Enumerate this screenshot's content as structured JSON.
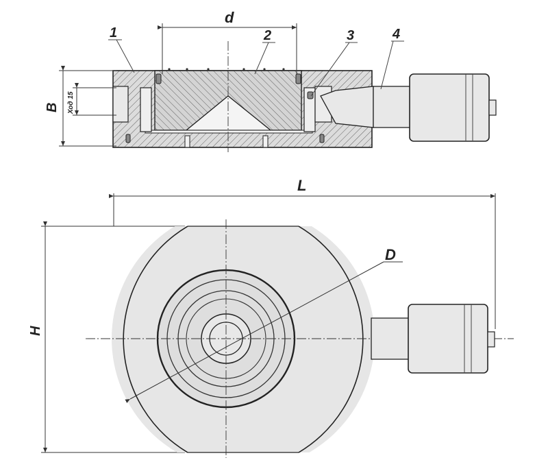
{
  "labels": {
    "d": "d",
    "B": "B",
    "stroke": "Ход 15",
    "L": "L",
    "H": "H",
    "D": "D",
    "part1": "1",
    "part2": "2",
    "part3": "3",
    "part4": "4"
  },
  "colors": {
    "ink": "#222222",
    "face": "#e3e3e3",
    "section": "#d6d6d6"
  }
}
